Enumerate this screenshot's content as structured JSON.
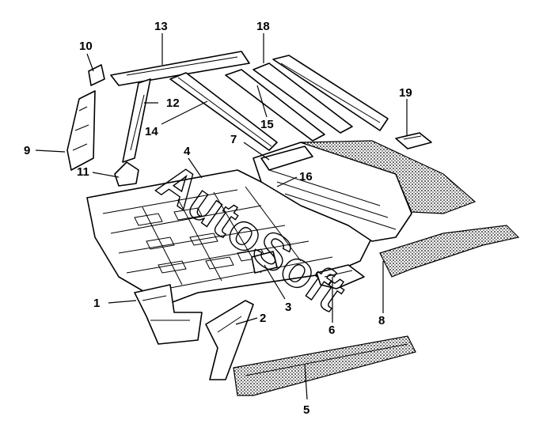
{
  "diagram": {
    "watermark": "AutoSoft",
    "callouts": [
      {
        "id": "1",
        "label": "1"
      },
      {
        "id": "2",
        "label": "2"
      },
      {
        "id": "3",
        "label": "3"
      },
      {
        "id": "4",
        "label": "4"
      },
      {
        "id": "5",
        "label": "5"
      },
      {
        "id": "6",
        "label": "6"
      },
      {
        "id": "7",
        "label": "7"
      },
      {
        "id": "8",
        "label": "8"
      },
      {
        "id": "9",
        "label": "9"
      },
      {
        "id": "10",
        "label": "10"
      },
      {
        "id": "11",
        "label": "11"
      },
      {
        "id": "12",
        "label": "12"
      },
      {
        "id": "13",
        "label": "13"
      },
      {
        "id": "14",
        "label": "14"
      },
      {
        "id": "15",
        "label": "15"
      },
      {
        "id": "16",
        "label": "16"
      },
      {
        "id": "18",
        "label": "18"
      },
      {
        "id": "19",
        "label": "19"
      }
    ]
  }
}
